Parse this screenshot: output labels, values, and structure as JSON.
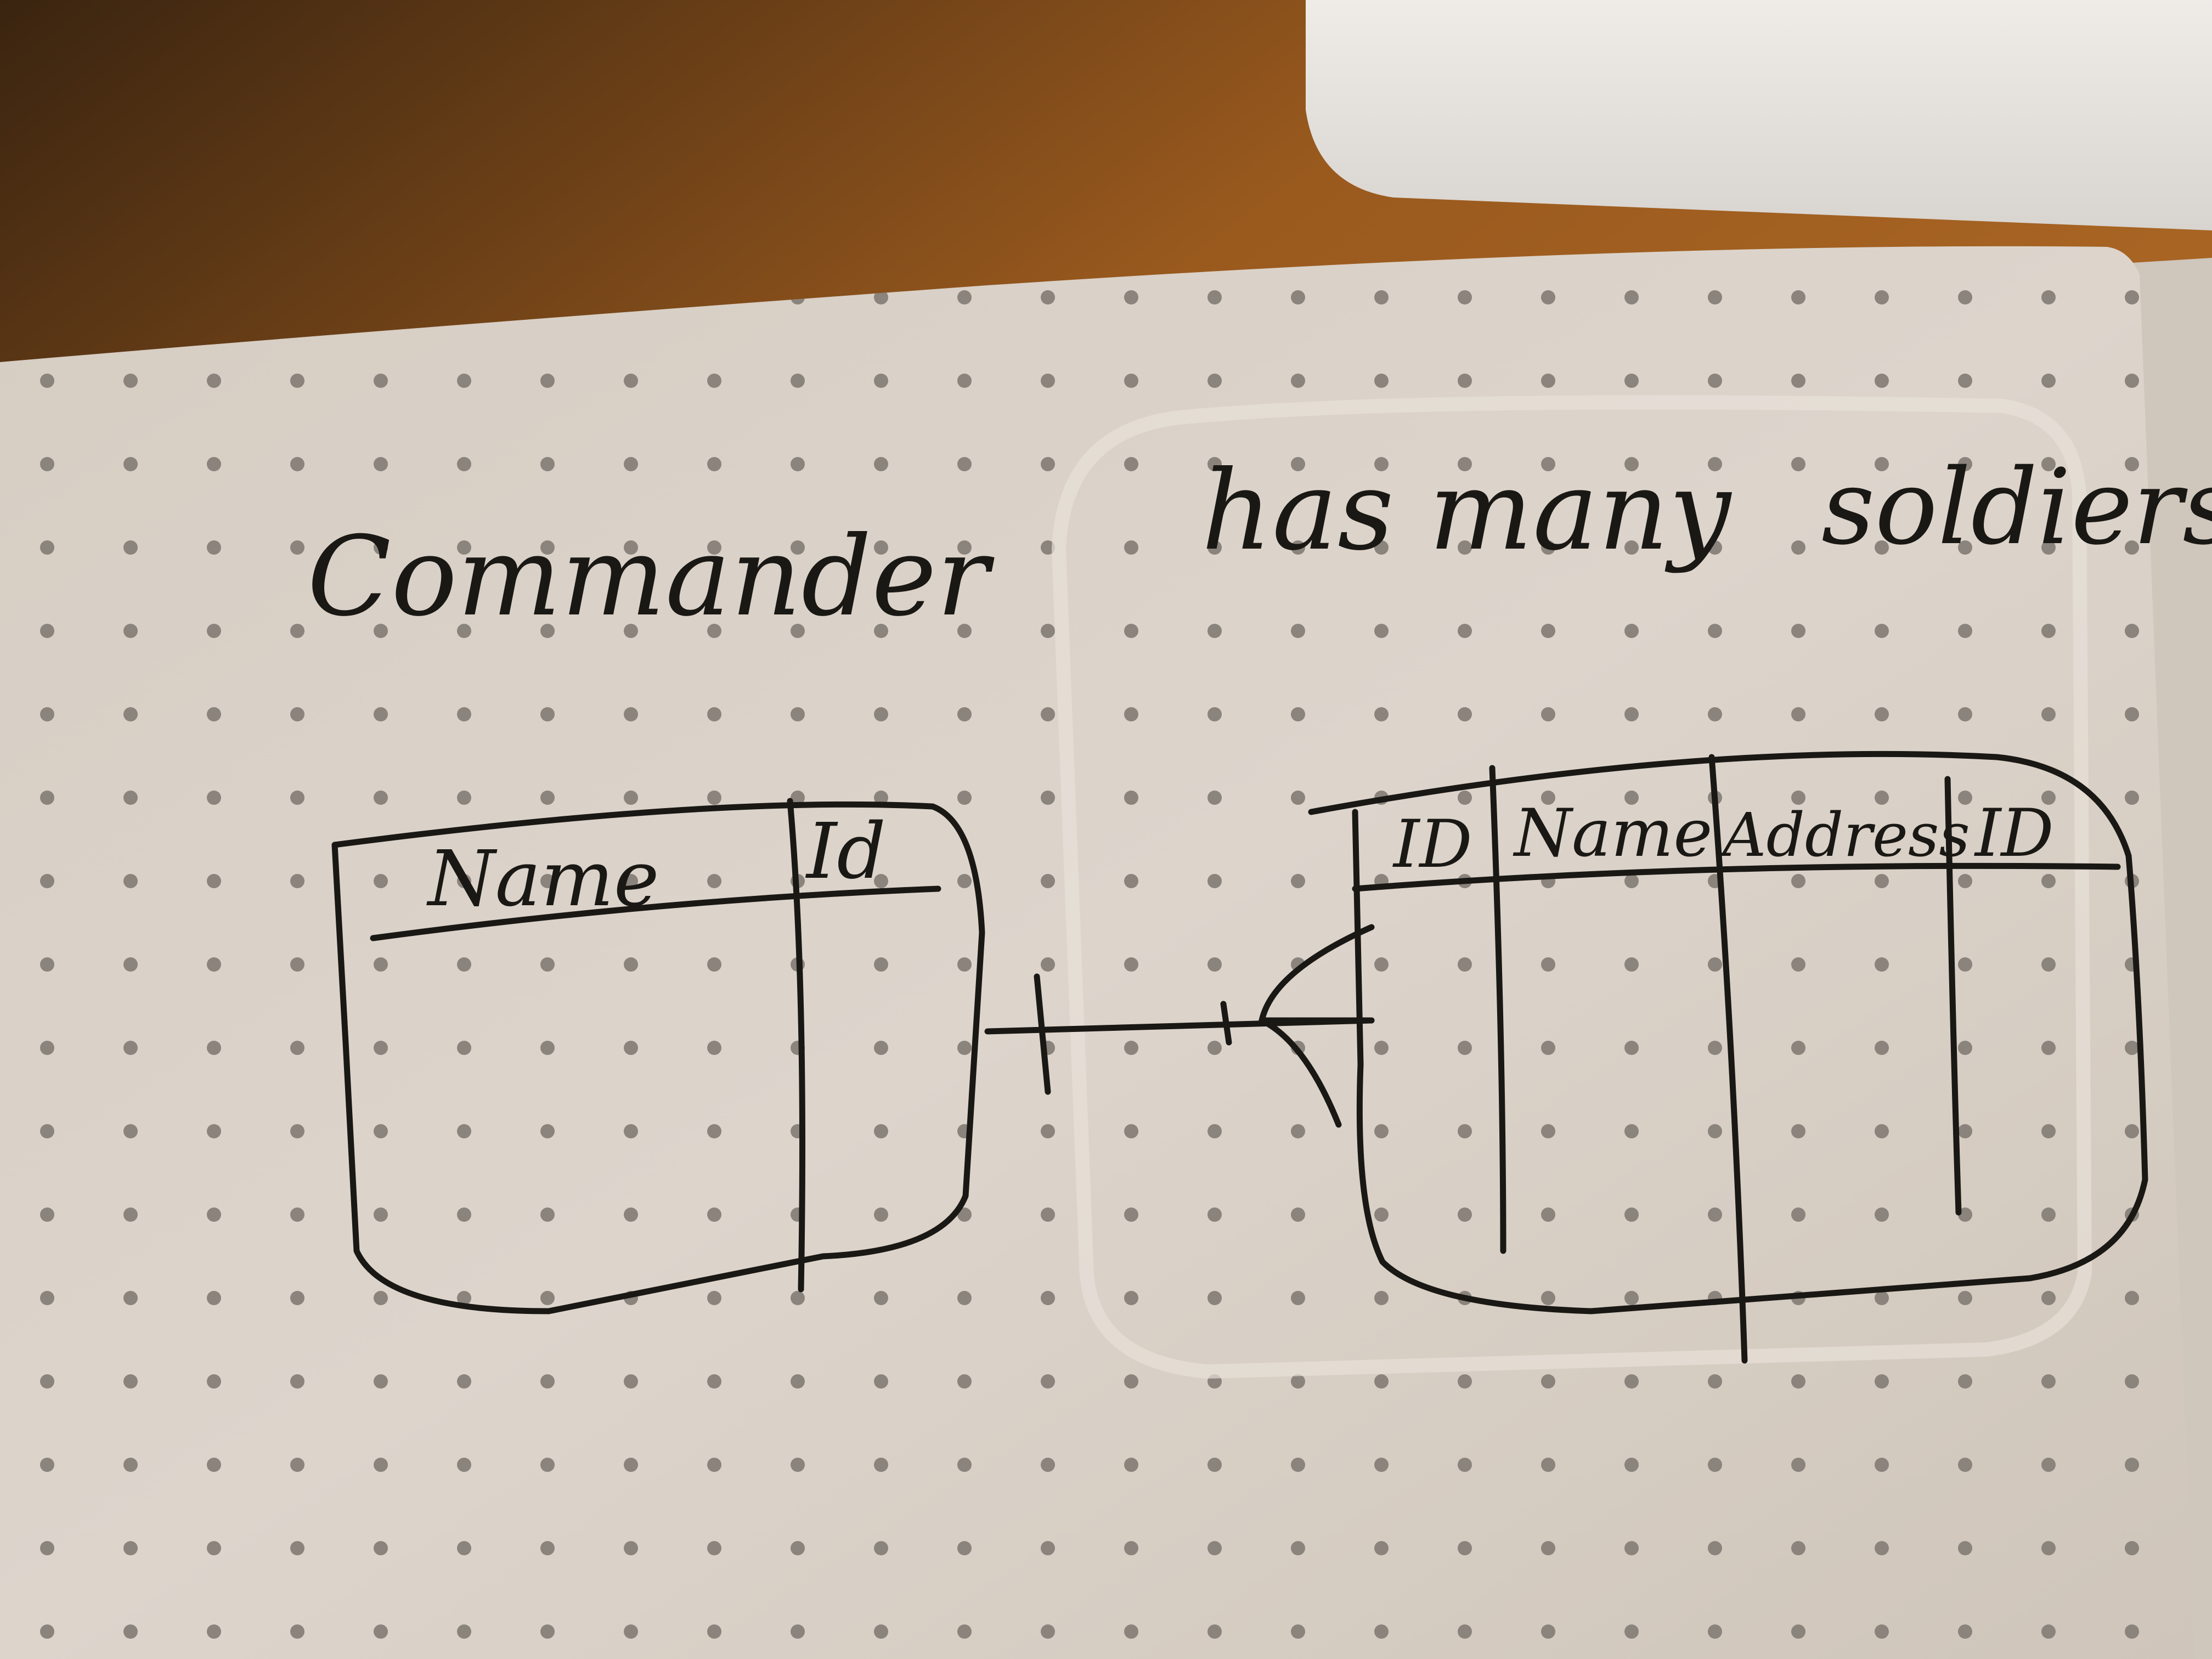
{
  "title": {
    "left": "Commander",
    "middle": "has many",
    "right": "soldiers"
  },
  "commander_table": {
    "columns": [
      "Name",
      "Id"
    ]
  },
  "soldier_table": {
    "columns": [
      "ID",
      "Name",
      "Address",
      "ID"
    ]
  },
  "relationship": "one-to-many",
  "colors": {
    "paper": "#d9d0c7",
    "ink": "#1a1814",
    "dots": "#8a847d",
    "desk": "#8a4a15"
  }
}
